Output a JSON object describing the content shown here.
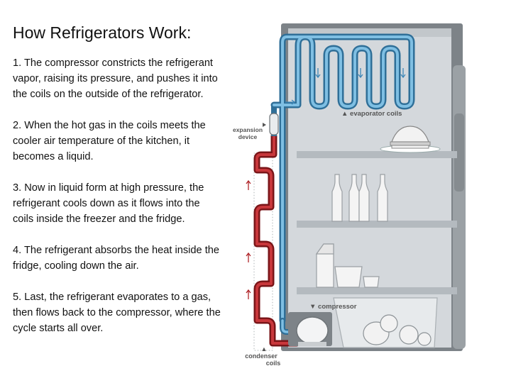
{
  "slide": {
    "title": "How Refrigerators Work:",
    "steps": [
      "1. The compressor constricts the refrigerant vapor, raising its pressure, and pushes it into the coils on the outside of the refrigerator.",
      "2. When the hot gas in the coils meets the cooler air temperature of the kitchen, it becomes a liquid.",
      "3. Now in liquid form at high pressure, the refrigerant cools down as it flows into the coils inside the freezer and the fridge.",
      "4. The refrigerant absorbs the heat inside the fridge, cooling down the air.",
      "5. Last, the refrigerant evaporates to a gas, then flows back to the compressor, where the cycle starts all over."
    ]
  },
  "diagram": {
    "labels": {
      "expansion_line1": "expansion",
      "expansion_line2": "device",
      "evaporator_coils": "▲ evaporator coils",
      "compressor": "▼ compressor",
      "condenser_arrow": "▲",
      "condenser_line1": "condenser",
      "condenser_line2": "coils"
    },
    "colors": {
      "hot_pipe": "#b0262a",
      "cold_pipe": "#3d87b8",
      "fridge_body": "#8c9296",
      "interior": "#d4d8dc",
      "shelf": "#b4babf"
    }
  }
}
